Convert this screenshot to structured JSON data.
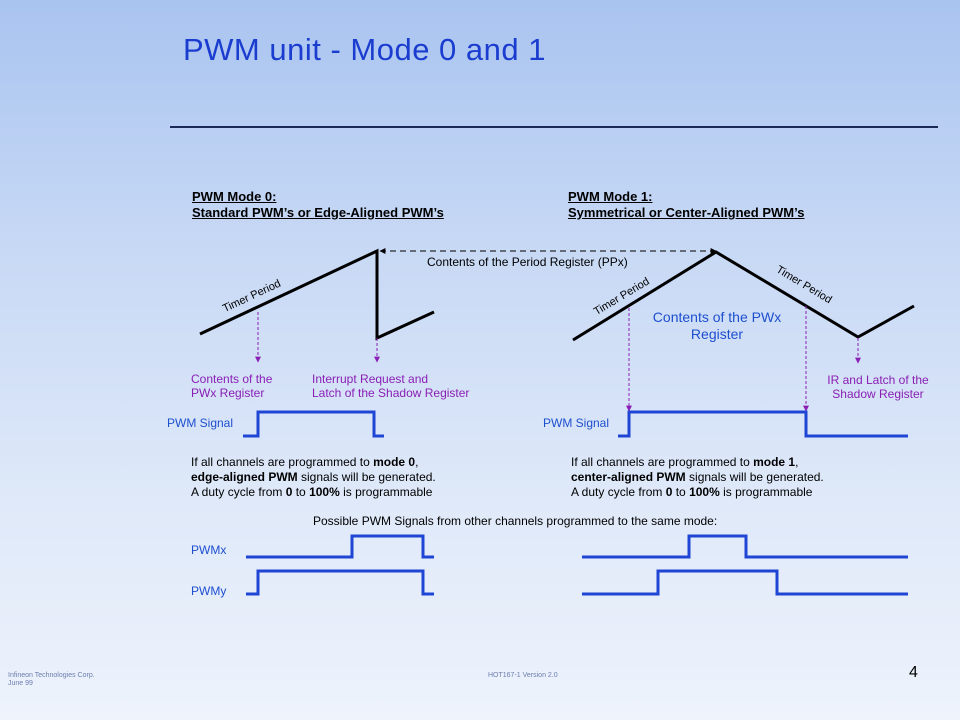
{
  "slide": {
    "title": "PWM unit - Mode 0 and 1",
    "page_number": "4",
    "footer_left": [
      "Infineon Technologies Corp.",
      "June 99"
    ],
    "footer_center": "HOT167-1  Version 2.0"
  },
  "mode0": {
    "heading_line1": "PWM Mode 0:",
    "heading_line2": "Standard PWM’s or Edge-Aligned PWM’s",
    "timer_period": "Timer Period",
    "pwx_label": [
      "Contents of the",
      "PWx Register"
    ],
    "ir_label": [
      "Interrupt Request and",
      "Latch of the Shadow Register"
    ],
    "signal_label": "PWM Signal",
    "desc": {
      "line1_prefix": "If all channels are programmed to ",
      "line1_bold": "mode 0",
      "line1_suffix": ",",
      "line2_bold": "edge-aligned PWM",
      "line2_suffix": " signals will be generated.",
      "line3_prefix": "A duty cycle from ",
      "line3_bold1": "0",
      "line3_mid": " to ",
      "line3_bold2": "100%",
      "line3_suffix": " is programmable"
    }
  },
  "mode1": {
    "heading_line1": "PWM Mode 1:",
    "heading_line2": "Symmetrical or Center-Aligned PWM’s",
    "timer_period_left": "Timer Period",
    "timer_period_right": "Timer Period",
    "pwx_label": [
      "Contents of the PWx",
      "Register"
    ],
    "ir_label": [
      "IR and Latch of the",
      "Shadow Register"
    ],
    "signal_label": "PWM Signal",
    "desc": {
      "line1_prefix": "If all channels are programmed to ",
      "line1_bold": "mode 1",
      "line1_suffix": ",",
      "line2_bold": "center-aligned PWM",
      "line2_suffix": " signals will be generated.",
      "line3_prefix": "A duty cycle from ",
      "line3_bold1": "0",
      "line3_mid": " to ",
      "line3_bold2": "100%",
      "line3_suffix": " is programmable"
    }
  },
  "period_register_label": "Contents of the Period Register (PPx)",
  "possible_signals_label": "Possible PWM Signals from other channels programmed to the same mode:",
  "pwmx_label": "PWMx",
  "pwmy_label": "PWMy",
  "colors": {
    "title": "#1a3ccf",
    "signal": "#1f45d4",
    "annotation": "#8a1fb5",
    "ramp": "#000000"
  }
}
